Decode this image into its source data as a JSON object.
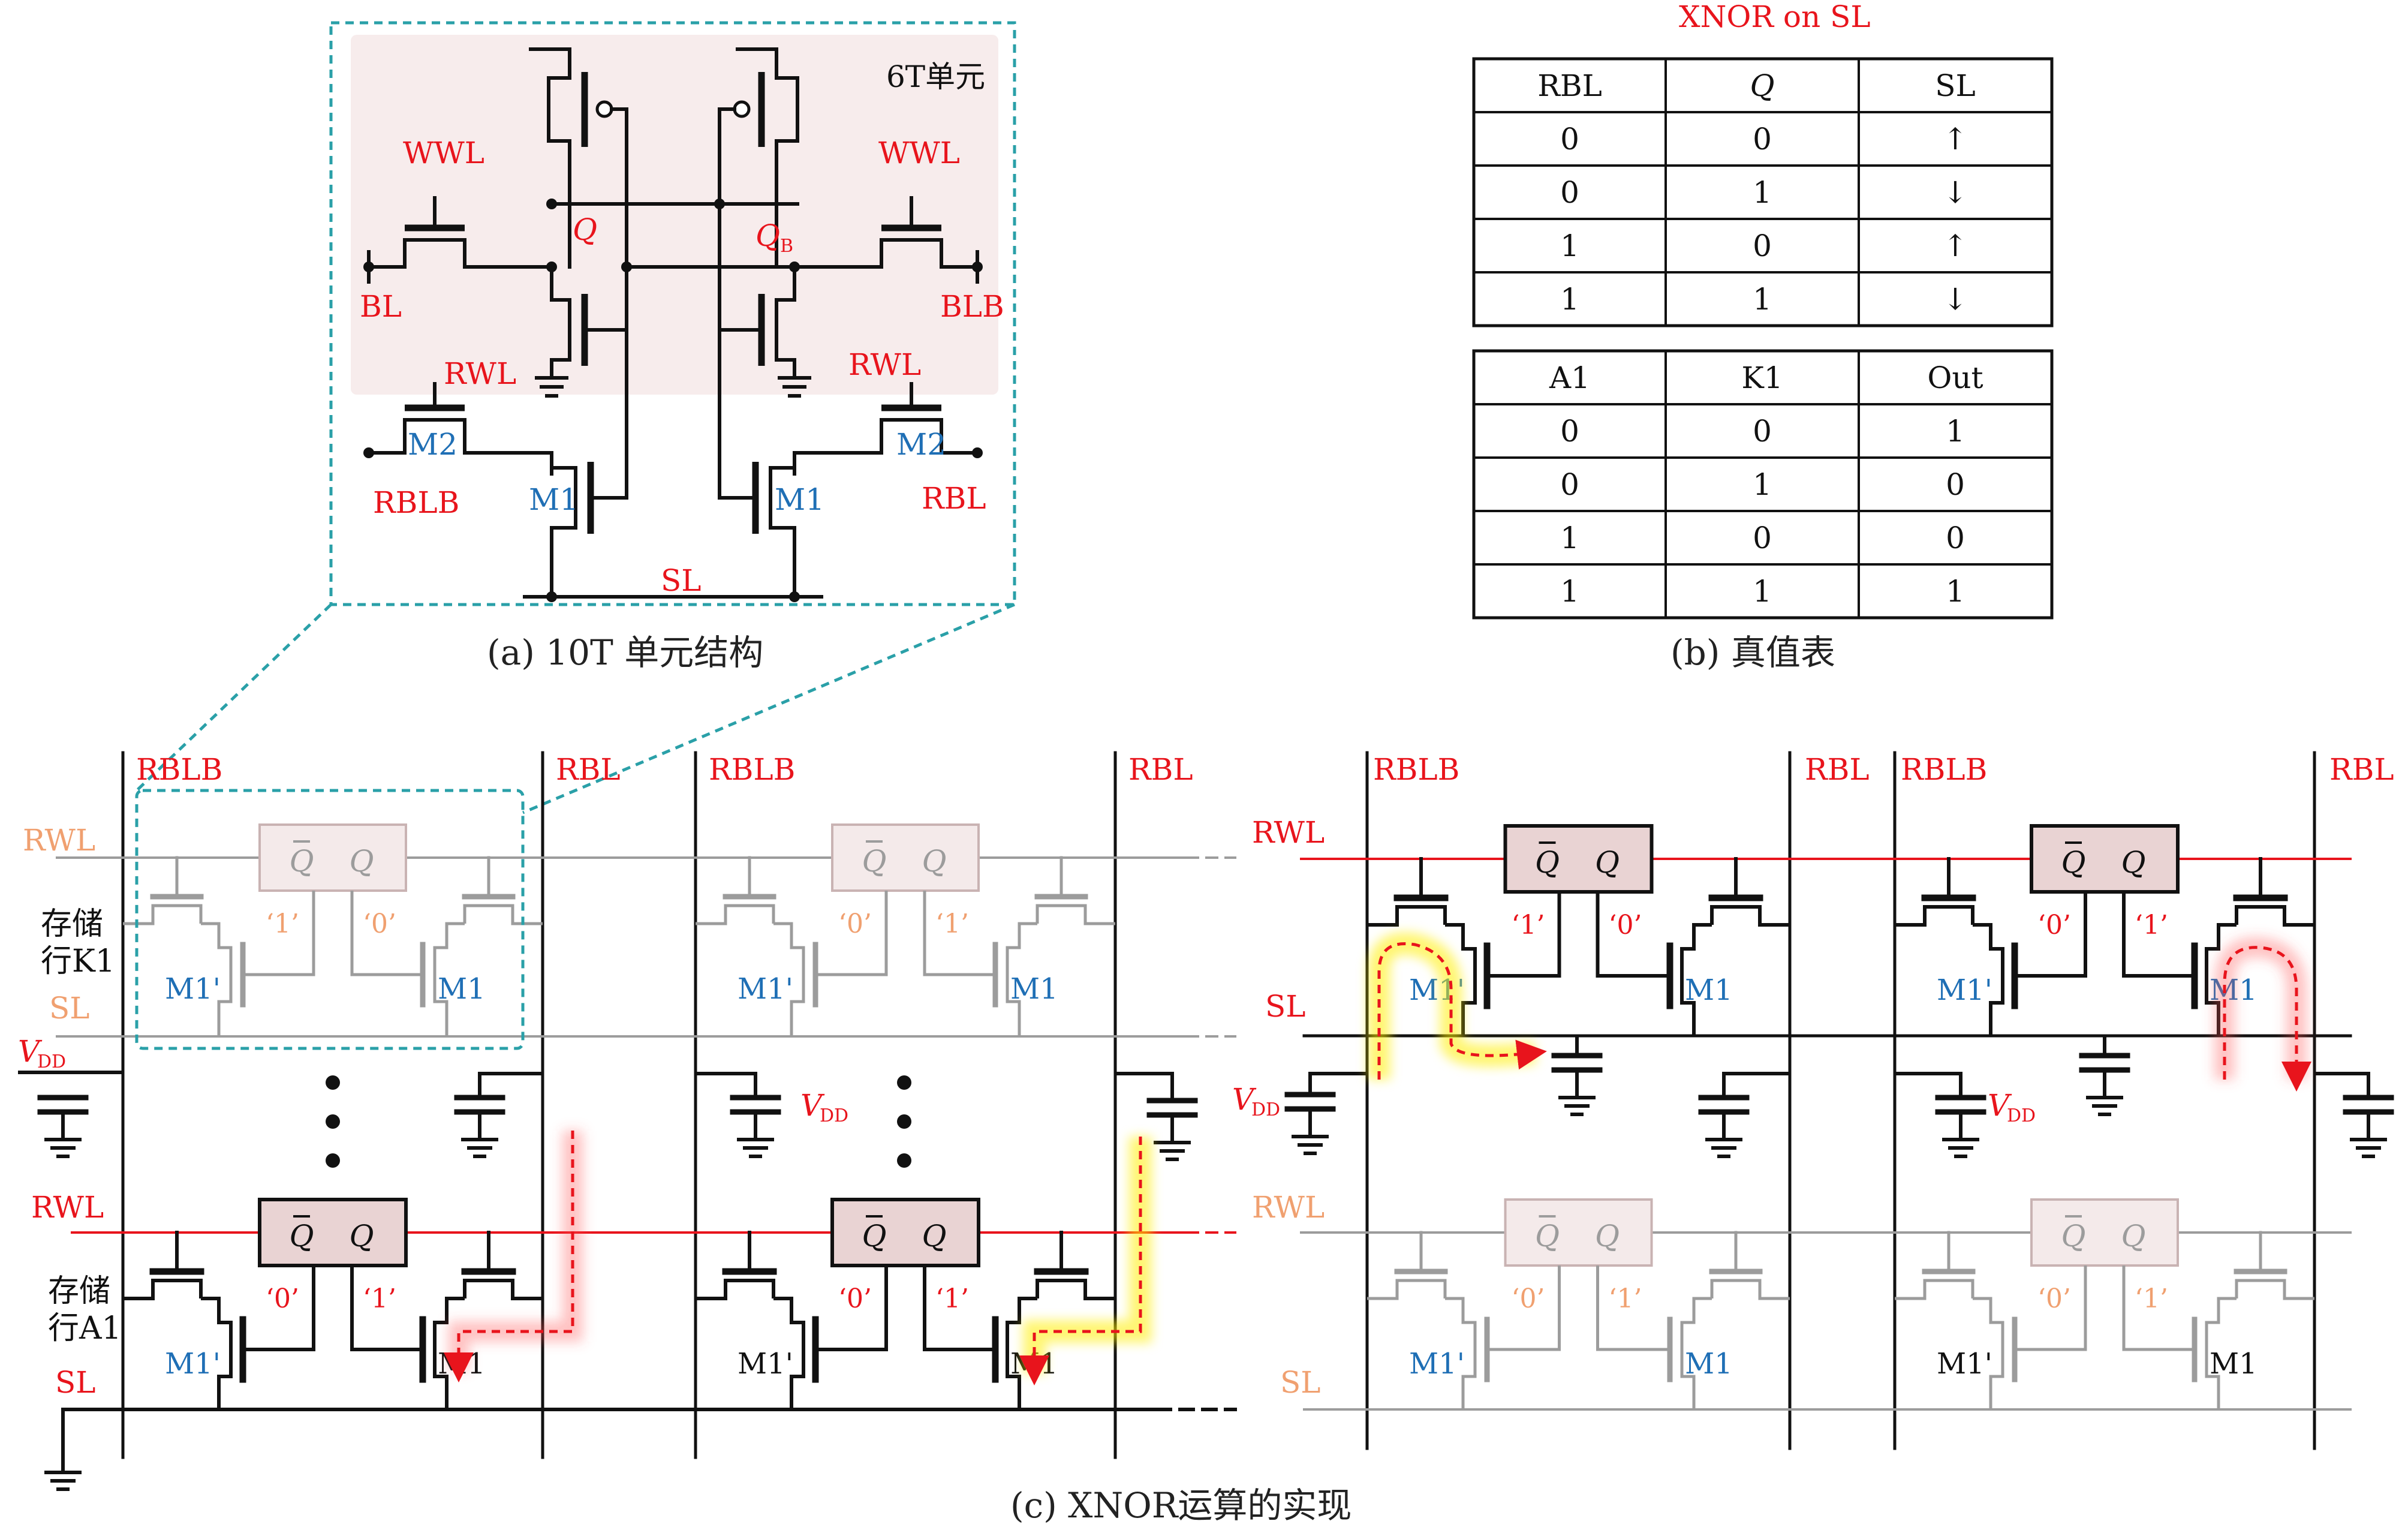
{
  "captions": {
    "a": "(a) 10T 单元结构",
    "b": "(b) 真值表",
    "c": "(c) XNOR运算的实现"
  },
  "cell": {
    "title": "6T单元",
    "wwl": "WWL",
    "bl": "BL",
    "blb": "BLB",
    "rwl": "RWL",
    "q": "Q",
    "qb": "Q",
    "qb_sub": "B",
    "m2": "M2",
    "m1": "M1",
    "rblb": "RBLB",
    "rbl": "RBL",
    "sl": "SL"
  },
  "truth_table_1": {
    "title": "XNOR on SL",
    "headers": [
      "RBL",
      "Q",
      "SL"
    ],
    "rows": [
      [
        "0",
        "0",
        "↑"
      ],
      [
        "0",
        "1",
        "↓"
      ],
      [
        "1",
        "0",
        "↑"
      ],
      [
        "1",
        "1",
        "↓"
      ]
    ]
  },
  "truth_table_2": {
    "headers": [
      "A1",
      "K1",
      "Out"
    ],
    "rows": [
      [
        "0",
        "0",
        "1"
      ],
      [
        "0",
        "1",
        "0"
      ],
      [
        "1",
        "0",
        "0"
      ],
      [
        "1",
        "1",
        "1"
      ]
    ]
  },
  "array": {
    "rblb": "RBLB",
    "rbl": "RBL",
    "rwl": "RWL",
    "sl": "SL",
    "vdd": "V",
    "vdd_sub": "DD",
    "row_k1": [
      "存储",
      "行K1"
    ],
    "row_a1": [
      "存储",
      "行A1"
    ],
    "qbar": "Q",
    "q": "Q",
    "m1": "M1",
    "m1p": "M1'",
    "zero": "‘0’",
    "one": "‘1’"
  },
  "colors": {
    "red": "#e8141c",
    "blue": "#1f6fb5",
    "orange": "#f0a070",
    "gray": "#9c9c9c",
    "teal": "#2aa0a8",
    "cell_fill": "#f7ecec",
    "block_fill": "#e9d3d3"
  }
}
